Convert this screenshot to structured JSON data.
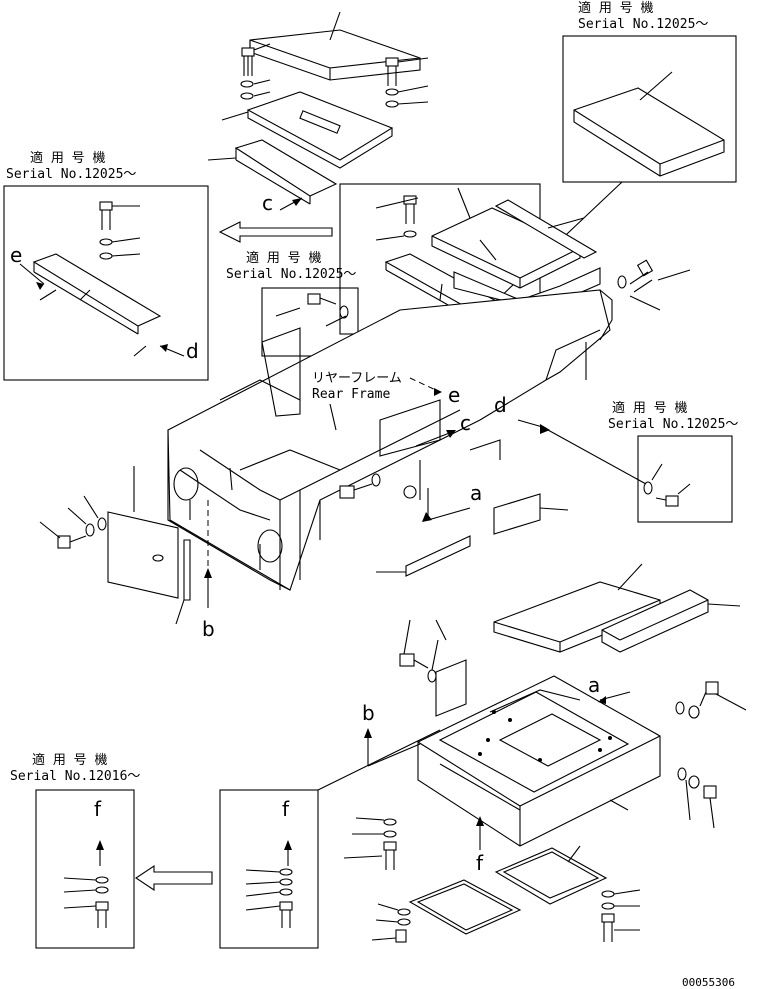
{
  "labels": {
    "applicable_model_jp": "適 用 号 機",
    "serial_12025": "Serial No.12025～",
    "serial_12016": "Serial No.12016～",
    "rear_frame_jp": "リヤーフレーム",
    "rear_frame_en": "Rear Frame",
    "drawing_number": "00055306"
  },
  "callout_letters": {
    "a": "a",
    "b": "b",
    "c": "c",
    "d": "d",
    "e": "e",
    "f": "f"
  }
}
